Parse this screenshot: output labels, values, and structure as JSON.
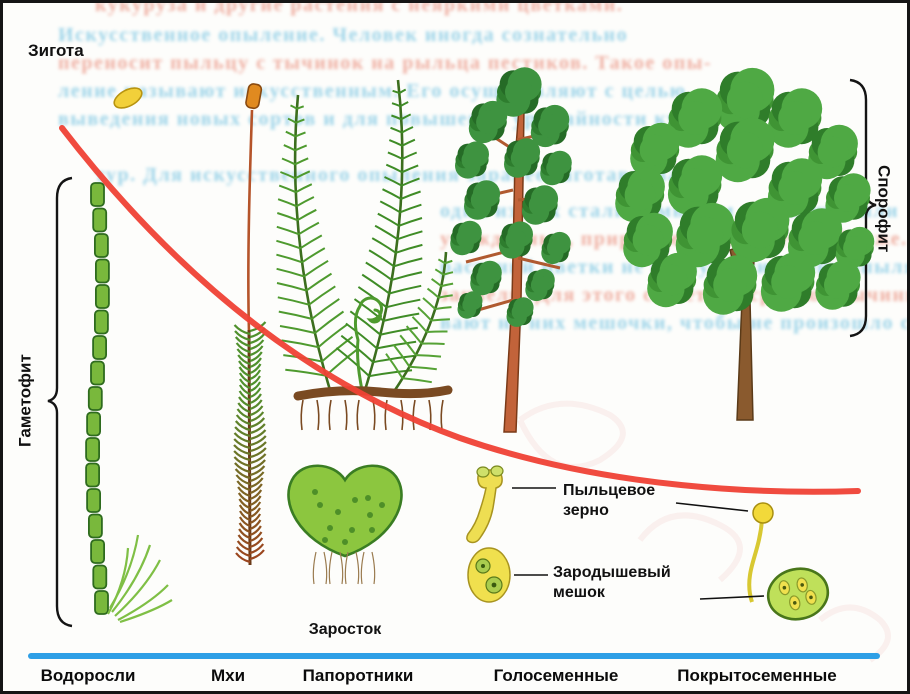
{
  "labels": {
    "zygote": "Зигота",
    "gametophyte": "Гаметофит",
    "sporophyte": "Спорофит",
    "prothallus": "Заросток",
    "pollen_grain": "Пыльцевое зерно",
    "embryo_sac": "Зародышевый мешок"
  },
  "bottom_axis": {
    "items": [
      {
        "label": "Водоросли"
      },
      {
        "label": "Мхи"
      },
      {
        "label": "Папоротники"
      },
      {
        "label": "Голосеменные"
      },
      {
        "label": "Покрытосеменные"
      }
    ]
  },
  "colors": {
    "curve_red": "#ef4135",
    "baseline_blue": "#2e9fe6",
    "zygote_yellow": "#f2d03a",
    "ink": "#141414"
  },
  "background_text": [
    "кукуруза и другие растения с неяркими цветками.",
    "Искусственное  опыление.  Человек  иногда  сознательно",
    "переносит пыльцу с тычинок на рыльца пестиков. Такое опы-",
    "ление называют искусственным. Его осуществляют с целью",
    "выведения новых сортов и для повышения урожайности куль-",
    "тур. Для искусственного опыления заранее заготавливают",
    "одни из них стали символом настоящих или",
    "урожденных, прирожденных качеств. Также. У некоторых",
    "растений цветки не распустились, они опылятся ранее, пока не",
    "зацвели. Для этого с цветков срезают тычинки и наде-",
    "вают на них мешочки, чтобы не произошло самоопыление"
  ]
}
